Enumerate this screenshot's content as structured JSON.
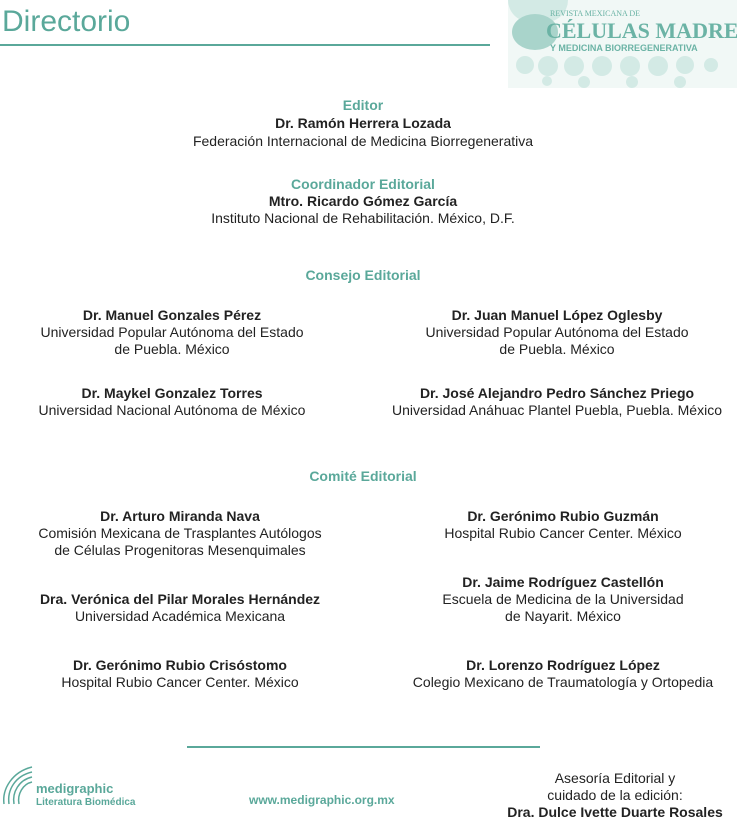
{
  "title": "Directorio",
  "logo": {
    "line1": "REVISTA MEXICANA DE",
    "line2": "CÉLULAS MADRE",
    "line3": "Y MEDICINA BIORREGENERATIVA"
  },
  "editor": {
    "heading": "Editor",
    "name": "Dr. Ramón Herrera Lozada",
    "affiliation": "Federación Internacional de Medicina Biorregenerativa"
  },
  "coordinator": {
    "heading": "Coordinador Editorial",
    "name": "Mtro. Ricardo Gómez García",
    "affiliation": "Instituto Nacional de Rehabilitación. México, D.F."
  },
  "consejo": {
    "heading": "Consejo Editorial",
    "members": [
      {
        "name": "Dr. Manuel Gonzales Pérez",
        "aff": [
          "Universidad Popular Autónoma del Estado",
          "de Puebla. México"
        ]
      },
      {
        "name": "Dr. Juan Manuel López Oglesby",
        "aff": [
          "Universidad Popular Autónoma del Estado",
          "de Puebla. México"
        ]
      },
      {
        "name": "Dr. Maykel Gonzalez Torres",
        "aff": [
          "Universidad Nacional Autónoma de México"
        ]
      },
      {
        "name": "Dr. José Alejandro Pedro Sánchez Priego",
        "aff": [
          "Universidad Anáhuac Plantel Puebla, Puebla. México"
        ]
      }
    ]
  },
  "comite": {
    "heading": "Comité Editorial",
    "members": [
      {
        "name": "Dr. Arturo Miranda Nava",
        "aff": [
          "Comisión Mexicana de Trasplantes Autólogos",
          "de Células Progenitoras Mesenquimales"
        ]
      },
      {
        "name": "Dr. Gerónimo Rubio Guzmán",
        "aff": [
          "Hospital Rubio Cancer Center. México"
        ]
      },
      {
        "name": "Dr. Jaime Rodríguez Castellón",
        "aff": [
          "Escuela de Medicina de la Universidad",
          "de Nayarit. México"
        ]
      },
      {
        "name": "Dra. Verónica del Pilar Morales Hernández",
        "aff": [
          "Universidad Académica Mexicana"
        ]
      },
      {
        "name": "Dr. Gerónimo Rubio Crisóstomo",
        "aff": [
          "Hospital Rubio Cancer Center. México"
        ]
      },
      {
        "name": "Dr. Lorenzo Rodríguez López",
        "aff": [
          "Colegio Mexicano de Traumatología y Ortopedia"
        ]
      }
    ]
  },
  "footer": {
    "brand": "medigraphic",
    "brand_sub": "Literatura Biomédica",
    "url": "www.medigraphic.org.mx",
    "credit1": "Asesoría Editorial y",
    "credit2": "cuidado de la edición:",
    "credit_name": "Dra. Dulce Ivette Duarte Rosales"
  }
}
